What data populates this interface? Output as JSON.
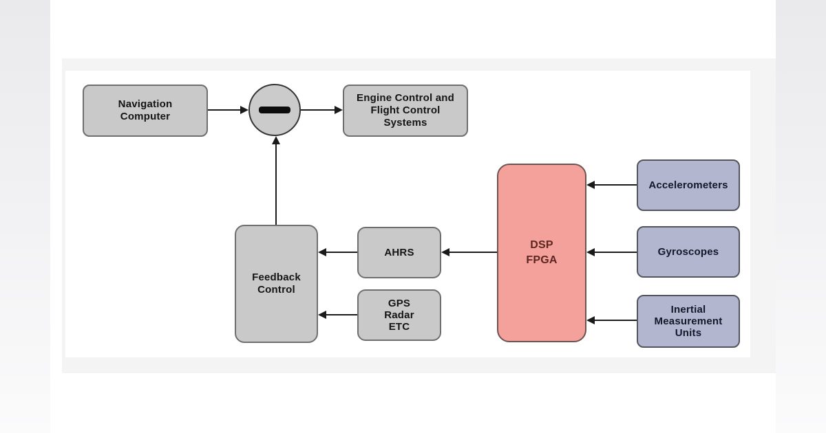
{
  "diagram": {
    "type": "block-diagram",
    "subject": "Flight navigation control system with DSP FPGA sensor processing",
    "nodes": {
      "navigation_computer": {
        "lines": [
          "Navigation",
          "Computer"
        ],
        "style": "gray"
      },
      "summing_junction": {
        "symbol": "minus",
        "style": "gray-circle"
      },
      "engine_flight": {
        "lines": [
          "Engine Control and",
          "Flight Control",
          "Systems"
        ],
        "style": "gray"
      },
      "feedback_control": {
        "lines": [
          "Feedback",
          "Control"
        ],
        "style": "gray"
      },
      "ahrs": {
        "lines": [
          "AHRS"
        ],
        "style": "gray"
      },
      "gps_radar": {
        "lines": [
          "GPS",
          "Radar",
          "ETC"
        ],
        "style": "gray"
      },
      "dsp_fpga": {
        "lines": [
          "DSP",
          "FPGA"
        ],
        "style": "pink"
      },
      "accelerometers": {
        "lines": [
          "Accelerometers"
        ],
        "style": "blue"
      },
      "gyroscopes": {
        "lines": [
          "Gyroscopes"
        ],
        "style": "blue"
      },
      "imu": {
        "lines": [
          "Inertial",
          "Measurement",
          "Units"
        ],
        "style": "blue"
      }
    },
    "edges": [
      {
        "from": "Navigation Computer",
        "to": "Summing Junction"
      },
      {
        "from": "Summing Junction",
        "to": "Engine Control and Flight Control Systems"
      },
      {
        "from": "Feedback Control",
        "to": "Summing Junction"
      },
      {
        "from": "AHRS",
        "to": "Feedback Control"
      },
      {
        "from": "GPS Radar ETC",
        "to": "Feedback Control"
      },
      {
        "from": "DSP FPGA",
        "to": "AHRS"
      },
      {
        "from": "Accelerometers",
        "to": "DSP FPGA"
      },
      {
        "from": "Gyroscopes",
        "to": "DSP FPGA"
      },
      {
        "from": "Inertial Measurement Units",
        "to": "DSP FPGA"
      }
    ],
    "colors": {
      "gray_fill": "#c9c9c9",
      "gray_border": "#6e6e6e",
      "pink_fill": "#f3a19a",
      "pink_border": "#6d5250",
      "pink_text": "#5c2521",
      "blue_fill": "#b2b6ce",
      "blue_border": "#54545e",
      "blue_text": "#14162a",
      "arrow": "#1a1a1a",
      "figure_bg": "#f4f4f5",
      "canvas_bg": "#ffffff"
    }
  }
}
